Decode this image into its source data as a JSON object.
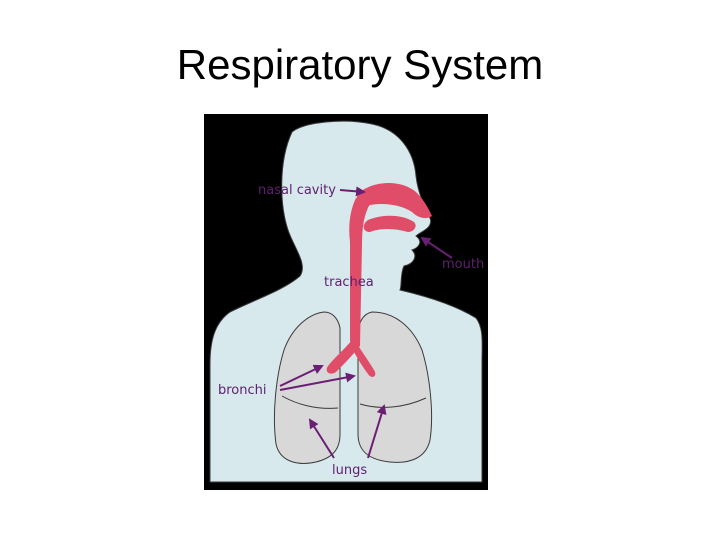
{
  "slide": {
    "title": "Respiratory System"
  },
  "diagram": {
    "labels": {
      "nasal_cavity": "nasal cavity",
      "mouth": "mouth",
      "trachea": "trachea",
      "bronchi": "bronchi",
      "lungs": "lungs"
    },
    "colors": {
      "background": "#000000",
      "body": "#d7e9ec",
      "airway": "#e04d69",
      "lungs": "#d8d8d8",
      "label_text": "#5e1f70",
      "arrow": "#6a1f74"
    }
  }
}
